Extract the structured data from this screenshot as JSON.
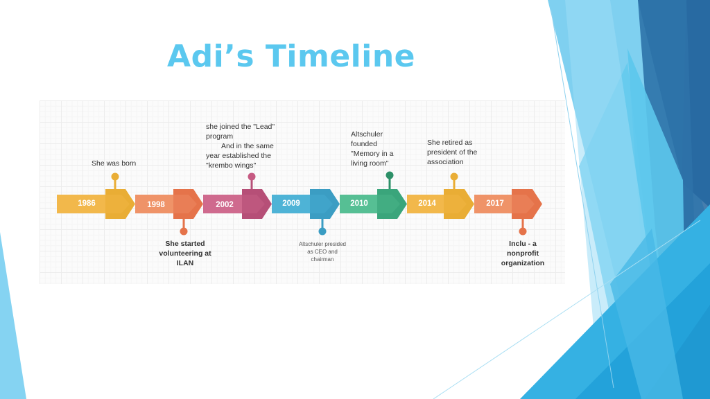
{
  "slide": {
    "title": "Adi’s Timeline",
    "theme_colors": {
      "title": "#5bc8ef",
      "deco_light": "#7fd0f0",
      "deco_mid": "#4fc1ea",
      "deco_dark": "#2a6fa5",
      "deco_accent": "#1fa3dc"
    }
  },
  "timeline": {
    "segments": [
      {
        "year": "1986",
        "color": "#f2b84b",
        "connector": "#e9ad35"
      },
      {
        "year": "1998",
        "color": "#ef9368",
        "connector": "#e5734a"
      },
      {
        "year": "2002",
        "color": "#cf6a8e",
        "connector": "#b64f77"
      },
      {
        "year": "2009",
        "color": "#4eb3d6",
        "connector": "#3b9dc3"
      },
      {
        "year": "2010",
        "color": "#56bf94",
        "connector": "#3aa57b"
      },
      {
        "year": "2014",
        "color": "#f2b84b",
        "connector": "#e9ad35"
      },
      {
        "year": "2017",
        "color": "#ef9368",
        "connector": "#e5734a"
      }
    ],
    "events": [
      {
        "id": "born",
        "position": "above",
        "text": "She was born",
        "color": "#e9ad35"
      },
      {
        "id": "ilan",
        "position": "below",
        "text": "She started volunteering at ILAN",
        "color": "#e5734a"
      },
      {
        "id": "lead",
        "position": "above",
        "line1": "she joined the \"Lead\" program",
        "line2": "And in the same year established the \"krembo wings\"",
        "color": "#b64f77"
      },
      {
        "id": "ceo",
        "position": "below",
        "text": "Altschuler presided as CEO and chairman",
        "color": "#3b9dc3"
      },
      {
        "id": "memory",
        "position": "above",
        "text": "Altschuler founded \"Memory in a living room\"",
        "color": "#2d9068"
      },
      {
        "id": "retired",
        "position": "above",
        "text": "She retired as president of the association",
        "color": "#e9ad35"
      },
      {
        "id": "inclu",
        "position": "below",
        "text": "Inclu - a nonprofit organization",
        "color": "#e5734a"
      }
    ]
  }
}
